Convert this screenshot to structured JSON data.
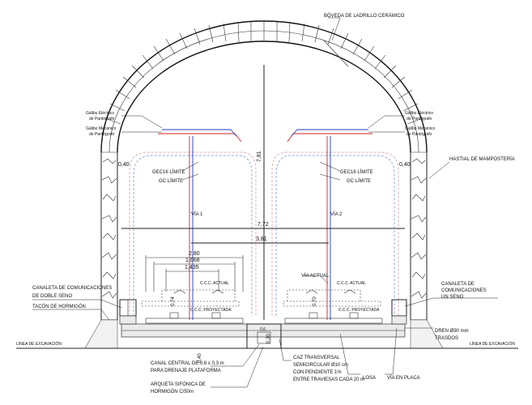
{
  "labels": {
    "boveda": "BÓVEDA DE LADRILLO CERÁMICO",
    "hastial": "HASTIAL DE MAMPOSTERÍA",
    "galibo_electrico": "Gálibo Eléctrico",
    "de_pantografo": "de Pantógrafo",
    "galibo_mecanico": "Gálibo Mecánico",
    "gec16": "GEC16 LÍMITE",
    "gc_limite": "GC LÍMITE",
    "via1": "VÍA 1",
    "via2": "VÍA 2",
    "via_actual": "VÍA ACTUAL",
    "ccc_actual": "C.C.C. ACTUAL",
    "ccc_proyectada": "C.C.C. PROYECTADA",
    "canaleta_doble_1": "CANALETA DE COMUNICACIONES",
    "canaleta_doble_2": "DE DOBLE SENO",
    "canaleta_un_1": "CANALETA DE",
    "canaleta_un_2": "COMUNICACIONES",
    "canaleta_un_3": "UN SENO",
    "tacon": "TACÓN DE HORMIGÓN",
    "linea_excavacion": "LÍNEA DE EXCAVACIÓN",
    "dren_1": "DREN Ø90 mm",
    "dren_2": "TRASDOS",
    "canal_central_1": "CANAL CENTRAL DE 0,6 x 0,3 m",
    "canal_central_2": "PARA DRENAJE PLATAFORMA",
    "arqueta_1": "ARQUETA SIFÓNICA DE",
    "arqueta_2": "HORMIGÓN C/50m",
    "caz_1": "CAZ TRANSVERSAL",
    "caz_2": "SEMICIRCULAR  Ø10 cm",
    "caz_3": "CON PENDIENTE 1%",
    "caz_4": "ENTRE TRAVIESAS CADA 20 m",
    "losa": "LOSA",
    "via_en_placa": "VÍA EN PLACA"
  },
  "dimensions": {
    "height_total": "7,81",
    "width_total": "7,72",
    "track_spacing": "3,81",
    "d_280": "2,80",
    "d_1668": "1,668",
    "d_1435": "1,435",
    "d_040_left": "0,40",
    "d_040_right": "0,40",
    "d_074": "0,74",
    "d_070": "0,70",
    "d_040_bottom": "0,40",
    "d_030": "0,30",
    "d_06": "0,6"
  }
}
